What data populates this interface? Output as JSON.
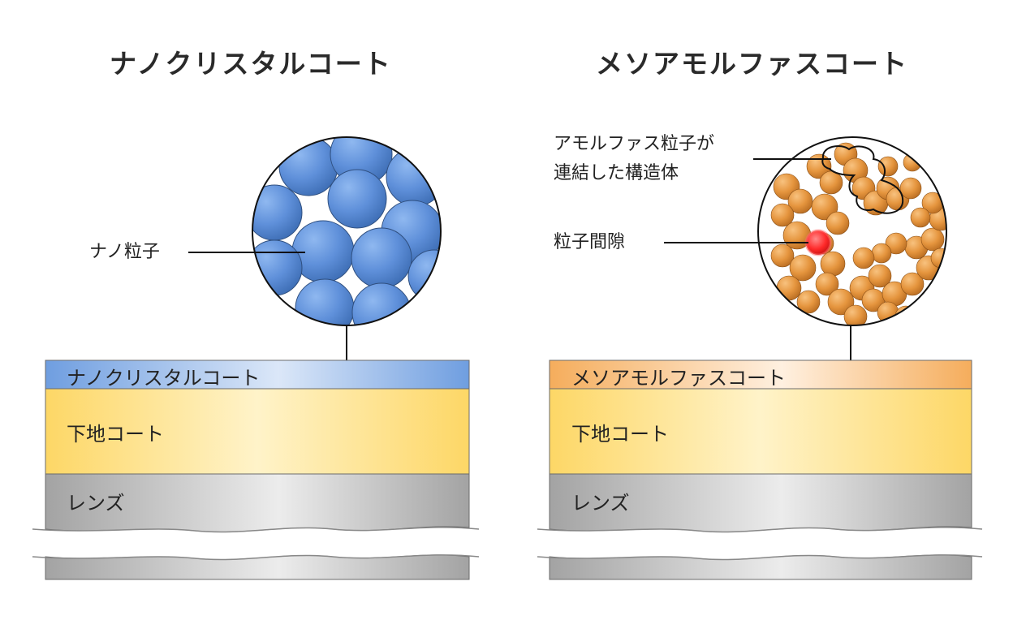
{
  "nano": {
    "title": "ナノクリスタルコート",
    "callout": "ナノ粒子",
    "coat_label": "ナノクリスタルコート",
    "base_label": "下地コート",
    "lens_label": "レンズ",
    "color": "#6f9ee0"
  },
  "meso": {
    "title": "メソアモルファスコート",
    "callout_line1": "アモルファス粒子が",
    "callout_line2": "連結した構造体",
    "callout_gap": "粒子間隙",
    "coat_label": "メソアモルファスコート",
    "base_label": "下地コート",
    "lens_label": "レンズ",
    "color": "#f0a04b"
  }
}
